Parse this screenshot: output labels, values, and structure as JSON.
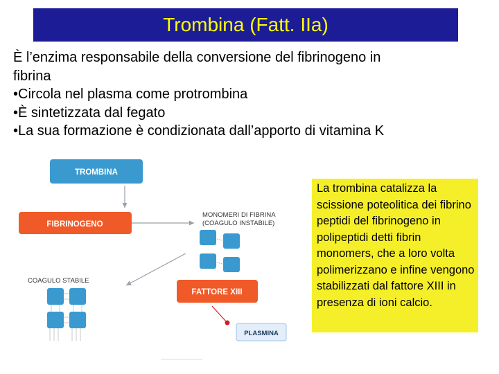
{
  "slide": {
    "title": "Trombina (Fatt. IIa)",
    "intro_line1": "È l’enzima responsabile della conversione del fibrinogeno in",
    "intro_line2": "fibrina",
    "bullets": [
      "•Circola nel plasma come protrombina",
      "•È sintetizzata dal fegato",
      "•La sua formazione è condizionata dall’apporto di vitamina K"
    ]
  },
  "diagram": {
    "trombina_label": "TROMBINA",
    "fibrinogeno_label": "FIBRINOGENO",
    "monomeri_line1": "MONOMERI DI FIBRINA",
    "monomeri_line2": "(COAGULO INSTABILE)",
    "coagulo_stabile_label": "COAGULO STABILE",
    "fattore_label": "FATTORE XIII",
    "plasmina_label": "PLASMINA"
  },
  "note": {
    "text": "La trombina catalizza la scissione poteolitica dei fibrino peptidi del fibrinogeno in polipeptidi detti fibrin monomers, che a loro volta polimerizzano e infine vengono stabilizzati dal fattore XIII in presenza di ioni calcio."
  },
  "colors": {
    "title_bg": "#1c1c96",
    "title_text": "#ffff00",
    "trombina_box": "#3a9ad0",
    "orange_box": "#f05a28",
    "monomer_square": "#3a9ad0",
    "note_bg": "#f5ef2a"
  }
}
